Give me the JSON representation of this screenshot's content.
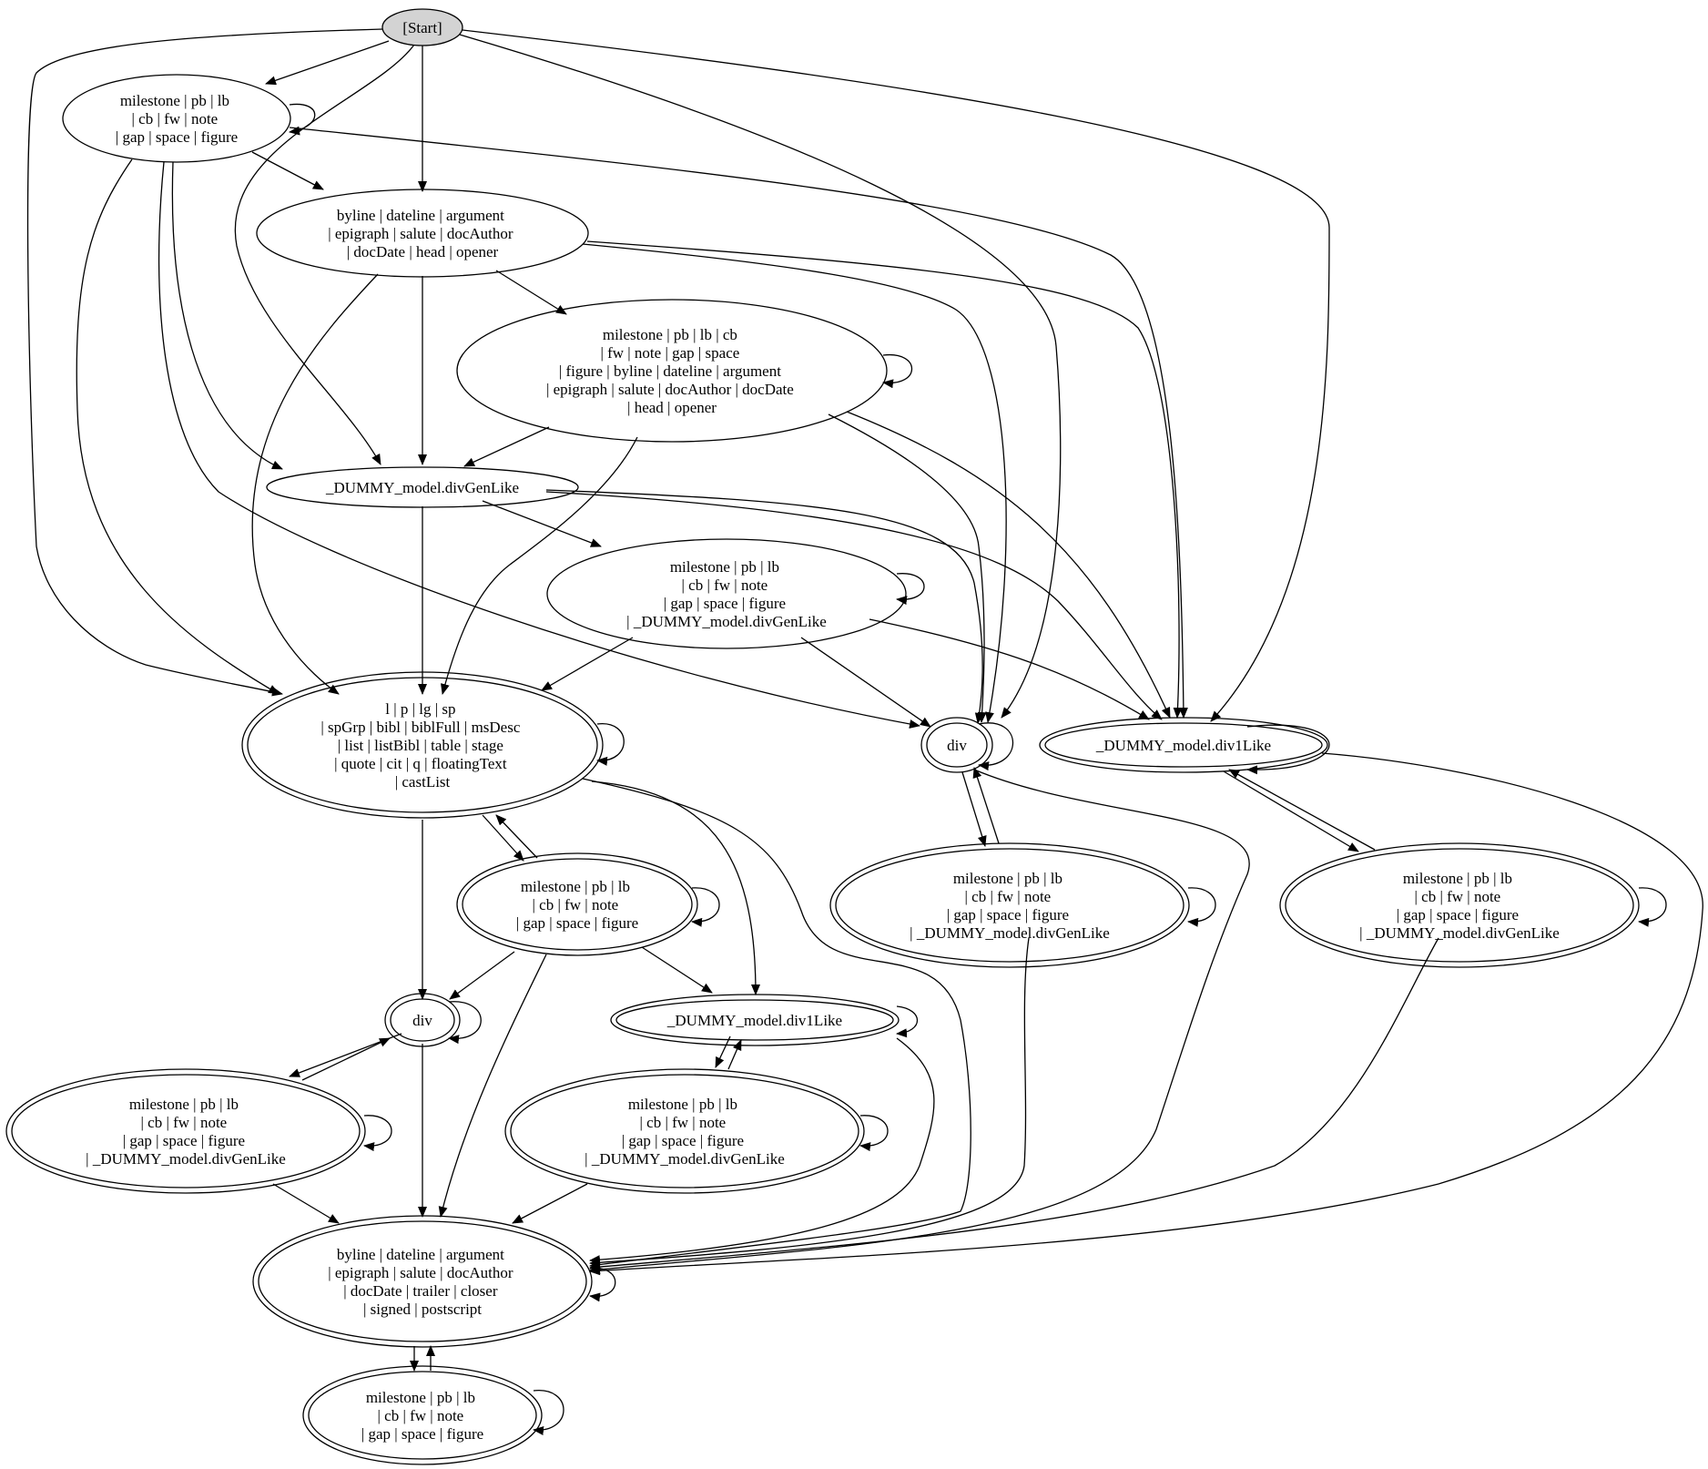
{
  "diagram": {
    "nodes": [
      {
        "id": "start",
        "lines": [
          "[Start]"
        ]
      },
      {
        "id": "n1",
        "lines": [
          "milestone | pb | lb",
          "| cb | fw | note",
          "| gap | space | figure"
        ]
      },
      {
        "id": "n2",
        "lines": [
          "byline | dateline | argument",
          "| epigraph | salute | docAuthor",
          "| docDate | head | opener"
        ]
      },
      {
        "id": "n3",
        "lines": [
          "milestone | pb | lb | cb",
          "| fw | note | gap | space",
          "| figure | byline | dateline | argument",
          "| epigraph | salute | docAuthor | docDate",
          "| head | opener"
        ]
      },
      {
        "id": "n4",
        "lines": [
          "_DUMMY_model.divGenLike"
        ]
      },
      {
        "id": "n5",
        "lines": [
          "milestone | pb | lb",
          "| cb | fw | note",
          "| gap | space | figure",
          "| _DUMMY_model.divGenLike"
        ]
      },
      {
        "id": "n6",
        "lines": [
          "l | p | lg | sp",
          "| spGrp | bibl | biblFull | msDesc",
          "| list | listBibl | table | stage",
          "| quote | cit | q | floatingText",
          "| castList"
        ]
      },
      {
        "id": "n7",
        "lines": [
          "div"
        ]
      },
      {
        "id": "n8",
        "lines": [
          "_DUMMY_model.div1Like"
        ]
      },
      {
        "id": "n9",
        "lines": [
          "milestone | pb | lb",
          "| cb | fw | note",
          "| gap | space | figure",
          "| _DUMMY_model.divGenLike"
        ]
      },
      {
        "id": "n10",
        "lines": [
          "milestone | pb | lb",
          "| cb | fw | note",
          "| gap | space | figure",
          "| _DUMMY_model.divGenLike"
        ]
      },
      {
        "id": "n11",
        "lines": [
          "milestone | pb | lb",
          "| cb | fw | note",
          "| gap | space | figure"
        ]
      },
      {
        "id": "n12",
        "lines": [
          "div"
        ]
      },
      {
        "id": "n13",
        "lines": [
          "_DUMMY_model.div1Like"
        ]
      },
      {
        "id": "n14",
        "lines": [
          "milestone | pb | lb",
          "| cb | fw | note",
          "| gap | space | figure",
          "| _DUMMY_model.divGenLike"
        ]
      },
      {
        "id": "n15",
        "lines": [
          "milestone | pb | lb",
          "| cb | fw | note",
          "| gap | space | figure",
          "| _DUMMY_model.divGenLike"
        ]
      },
      {
        "id": "n16",
        "lines": [
          "byline | dateline | argument",
          "| epigraph | salute | docAuthor",
          "| docDate | trailer | closer",
          "| signed | postscript"
        ]
      },
      {
        "id": "n17",
        "lines": [
          "milestone | pb | lb",
          "| cb | fw | note",
          "| gap | space | figure"
        ]
      }
    ],
    "edges": [
      [
        "start",
        "n1"
      ],
      [
        "start",
        "n2"
      ],
      [
        "start",
        "n4"
      ],
      [
        "start",
        "n6"
      ],
      [
        "start",
        "n7"
      ],
      [
        "start",
        "n8"
      ],
      [
        "n1",
        "n1"
      ],
      [
        "n1",
        "n2"
      ],
      [
        "n1",
        "n4"
      ],
      [
        "n1",
        "n6"
      ],
      [
        "n1",
        "n7"
      ],
      [
        "n1",
        "n8"
      ],
      [
        "n2",
        "n3"
      ],
      [
        "n2",
        "n4"
      ],
      [
        "n2",
        "n6"
      ],
      [
        "n2",
        "n7"
      ],
      [
        "n2",
        "n8"
      ],
      [
        "n3",
        "n3"
      ],
      [
        "n3",
        "n4"
      ],
      [
        "n3",
        "n6"
      ],
      [
        "n3",
        "n7"
      ],
      [
        "n3",
        "n8"
      ],
      [
        "n4",
        "n5"
      ],
      [
        "n4",
        "n6"
      ],
      [
        "n4",
        "n7"
      ],
      [
        "n4",
        "n8"
      ],
      [
        "n5",
        "n5"
      ],
      [
        "n5",
        "n6"
      ],
      [
        "n5",
        "n7"
      ],
      [
        "n5",
        "n8"
      ],
      [
        "n6",
        "n6"
      ],
      [
        "n6",
        "n11"
      ],
      [
        "n6",
        "n12"
      ],
      [
        "n6",
        "n13"
      ],
      [
        "n6",
        "n16"
      ],
      [
        "n7",
        "n7"
      ],
      [
        "n7",
        "n9"
      ],
      [
        "n7",
        "n16"
      ],
      [
        "n8",
        "n8"
      ],
      [
        "n8",
        "n10"
      ],
      [
        "n8",
        "n16"
      ],
      [
        "n9",
        "n9"
      ],
      [
        "n9",
        "n7"
      ],
      [
        "n9",
        "n16"
      ],
      [
        "n10",
        "n10"
      ],
      [
        "n10",
        "n8"
      ],
      [
        "n10",
        "n16"
      ],
      [
        "n11",
        "n11"
      ],
      [
        "n11",
        "n6"
      ],
      [
        "n11",
        "n12"
      ],
      [
        "n11",
        "n13"
      ],
      [
        "n11",
        "n16"
      ],
      [
        "n12",
        "n12"
      ],
      [
        "n12",
        "n14"
      ],
      [
        "n12",
        "n16"
      ],
      [
        "n13",
        "n13"
      ],
      [
        "n13",
        "n15"
      ],
      [
        "n13",
        "n16"
      ],
      [
        "n14",
        "n14"
      ],
      [
        "n14",
        "n12"
      ],
      [
        "n14",
        "n16"
      ],
      [
        "n15",
        "n15"
      ],
      [
        "n15",
        "n13"
      ],
      [
        "n15",
        "n16"
      ],
      [
        "n16",
        "n16"
      ],
      [
        "n16",
        "n17"
      ],
      [
        "n17",
        "n17"
      ],
      [
        "n17",
        "n16"
      ]
    ]
  }
}
